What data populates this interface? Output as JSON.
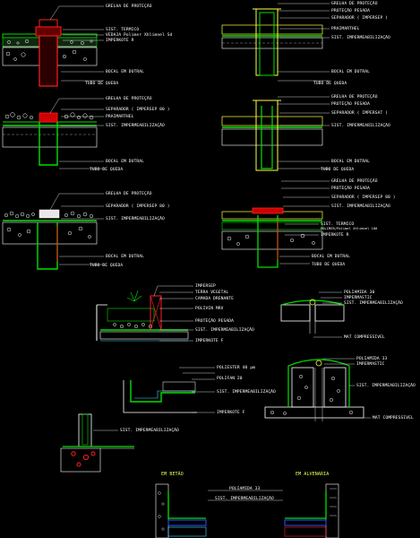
{
  "details": [
    {
      "id": "d1",
      "labels": [
        "GRELHA DE PROTEÇÃO",
        "SIST. TERMICO",
        "VEDAJA Polimer Xhlimnel Sd",
        "IMPERKOTE R"
      ],
      "bottom_labels": [
        "BOCAL EM DUTRAL",
        "TUBO DE QUEDA"
      ]
    },
    {
      "id": "d2",
      "labels": [
        "GRELHA DE PROTEÇÃO",
        "PROTEÇÃO PESADA",
        "SEPARADOR ( IMPERSEP )",
        "PRAIMARTHEL",
        "SIST. IMPERMEABILIZAÇÃO"
      ],
      "bottom_labels": [
        "BOCAL EM DUTRAL",
        "TUBO DE QUEDA"
      ]
    },
    {
      "id": "d3",
      "labels": [
        "GRELHA DE PROTEÇÃO",
        "SEPARADOR ( IMPERSEP 80 )",
        "PRAIMARTHEL",
        "SIST. IMPERMEABILIZAÇÃO"
      ],
      "bottom_labels": [
        "BOCAL EM DUTRAL",
        "TUBO DE QUEDA"
      ]
    },
    {
      "id": "d4",
      "labels": [
        "GRELHA DE PROTEÇÃO",
        "PROTEÇÃO PESADA",
        "SEPARADOR ( IMPERSAT )",
        "SIST. IMPERMEABILIZAÇÃO"
      ],
      "bottom_labels": [
        "BOCAL EM DUTRAL",
        "TUBO DE QUEDA"
      ]
    },
    {
      "id": "d5",
      "labels": [
        "GRELHA DE PROTEÇÃO",
        "SEPARADOR ( IMPERSEP 80 )",
        "SIST. IMPERMEABILIZAÇÃO"
      ],
      "bottom_labels": [
        "BOCAL EM DUTRAL",
        "TUBO DE QUEDA"
      ]
    },
    {
      "id": "d6",
      "labels": [
        "GRELHA DE PROTEÇÃO",
        "PROTEÇÃO PESADA",
        "SEPARADOR ( IMPERSEP 80 )",
        "SIST. IMPERMEABILIZAÇÃO"
      ],
      "mid_labels": [
        "SIST. TERMICO",
        "POLIMER/Polimel Xhlimnel 100",
        "IMPERKOTE R"
      ],
      "bottom_labels": [
        "BOCAL EM DUTRAL",
        "TUBO DE QUEDA"
      ]
    },
    {
      "id": "d7",
      "labels": [
        "IMPERSEP",
        "TERRA VEGETAL",
        "CAMADA DRENANTE",
        "POLIVIN MRV",
        "PROTEÇÃO PESADA",
        "SIST. IMPERMEABILIZAÇÃO",
        "IMPERKOTE F"
      ]
    },
    {
      "id": "d8",
      "labels": [
        "POLIAMIDA 30",
        "IMPERMASTIC",
        "SIST. IMPERMEABILIZAÇÃO",
        "MAT COMPRESSIVEL"
      ]
    },
    {
      "id": "d9",
      "labels": [
        "POLIESTER 40 µm",
        "POLIFAN 20",
        "SIST. IMPERMEABILIZAÇÃO",
        "IMPERKOTE F"
      ]
    },
    {
      "id": "d10",
      "labels": [
        "POLIAMIDA 33",
        "IMPERMASTIC",
        "SIST. IMPERMEABILIZAÇÃO",
        "MAT COMPRESSIVEL"
      ]
    },
    {
      "id": "d11",
      "labels": [
        "SIST. IMPERMEABILIZAÇÃO"
      ]
    },
    {
      "id": "d12",
      "captions": [
        "EM BETÃO",
        "EM ALVENARIA"
      ],
      "labels": [
        "POLIAMIDA 33",
        "SIST. IMPERMEABILIZAÇÃO"
      ]
    }
  ],
  "colors": {
    "background": "#000000",
    "label_text": "#ffffff",
    "membrane": "#00e000",
    "pipe": "#ff2020",
    "concrete": "#ffffff",
    "caption": "#eaff5a"
  }
}
